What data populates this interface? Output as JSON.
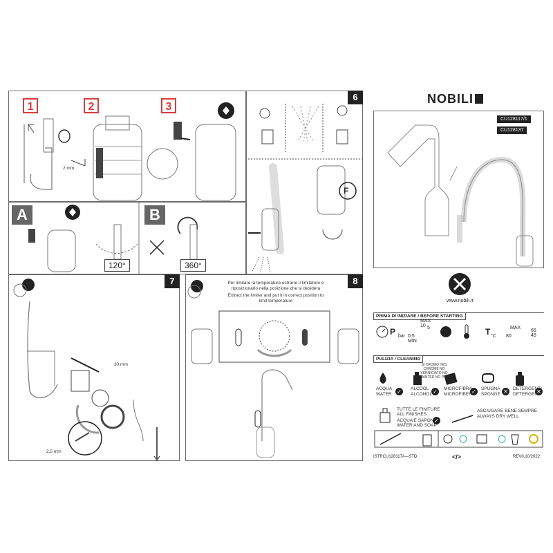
{
  "brand": {
    "logo_text": "NOBILI",
    "website": "www.nobili.it"
  },
  "codes": [
    "CU128117/1",
    "CU128137"
  ],
  "steps": {
    "s1": "1",
    "s2": "2",
    "s3": "3",
    "a": "A",
    "b": "B",
    "s6": "6",
    "s7": "7",
    "s8": "8",
    "f": "F"
  },
  "measures": {
    "hex_2mm": "2 mm",
    "angle_120": "120°",
    "angle_360": "360°",
    "wrench_30mm": "30 mm",
    "hex_2_5mm": "2,5 mm"
  },
  "limiter_text": {
    "it": "Per limitare la temperatura estrarre il limitatore e riposizionarlo nella posizione che si desidera",
    "en": "Extract the limiter and put it in correct position to limit temperature"
  },
  "before_starting": {
    "header": "PRIMA DI INIZIARE / BEFORE STARTING",
    "p": "P",
    "bar": "bar",
    "min": "0,5 MIN",
    "max": "MAX 10",
    "recommended": "5",
    "t": "T",
    "celsius": "°C",
    "max_label": "MAX",
    "temp_80": "80",
    "temp_range": "65 45"
  },
  "cleaning": {
    "header": "PULIZIA / CLEANING",
    "items": [
      {
        "it": "ACQUA",
        "en": "WATER",
        "ok": true
      },
      {
        "it": "ALCOOL",
        "en": "ALCOHOL",
        "ok": true
      },
      {
        "it": "MICROFIBRA",
        "en": "MICROFIBER",
        "ok": true
      },
      {
        "it": "SPUGNA",
        "en": "SPONGE",
        "ok": false
      },
      {
        "it": "DETERGENTI",
        "en": "DETERGENT",
        "ok": false
      }
    ],
    "finish_note": "SI CROMO YES CHROME NO VERNICIATO NO PAINTED NO PVD",
    "all_finishes_it": "TUTTE LE FINITURE",
    "all_finishes_en": "ALL FINISHES",
    "soap_it": "ACQUA E SAPONE",
    "soap_en": "WATER AND SOAP",
    "dry_it": "ASCIUGARE BENE SEMPRE",
    "dry_en": "ALWAYS DRY WELL"
  },
  "footer": {
    "doc_code": "ISTRCU128117#—STD",
    "revision": "REV0.10/2022"
  }
}
